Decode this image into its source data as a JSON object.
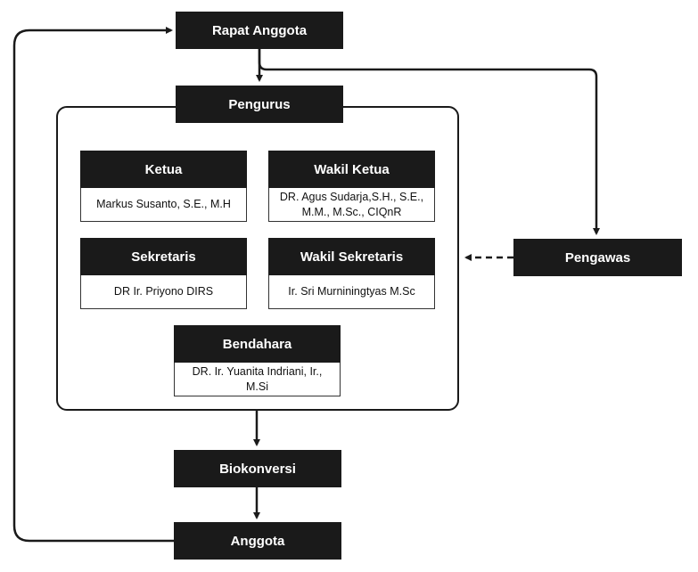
{
  "diagram": {
    "rapat_anggota": "Rapat Anggota",
    "pengurus": "Pengurus",
    "pengawas": "Pengawas",
    "biokonversi": "Biokonversi",
    "anggota": "Anggota",
    "roles": [
      {
        "title": "Ketua",
        "name": "Markus Susanto, S.E., M.H"
      },
      {
        "title": "Wakil Ketua",
        "name": "DR. Agus Sudarja,S.H., S.E., M.M., M.Sc., CIQnR"
      },
      {
        "title": "Sekretaris",
        "name": "DR Ir. Priyono DIRS"
      },
      {
        "title": "Wakil Sekretaris",
        "name": "Ir. Sri Murniningtyas M.Sc"
      },
      {
        "title": "Bendahara",
        "name": "DR. Ir. Yuanita Indriani, Ir., M.Si"
      }
    ]
  }
}
